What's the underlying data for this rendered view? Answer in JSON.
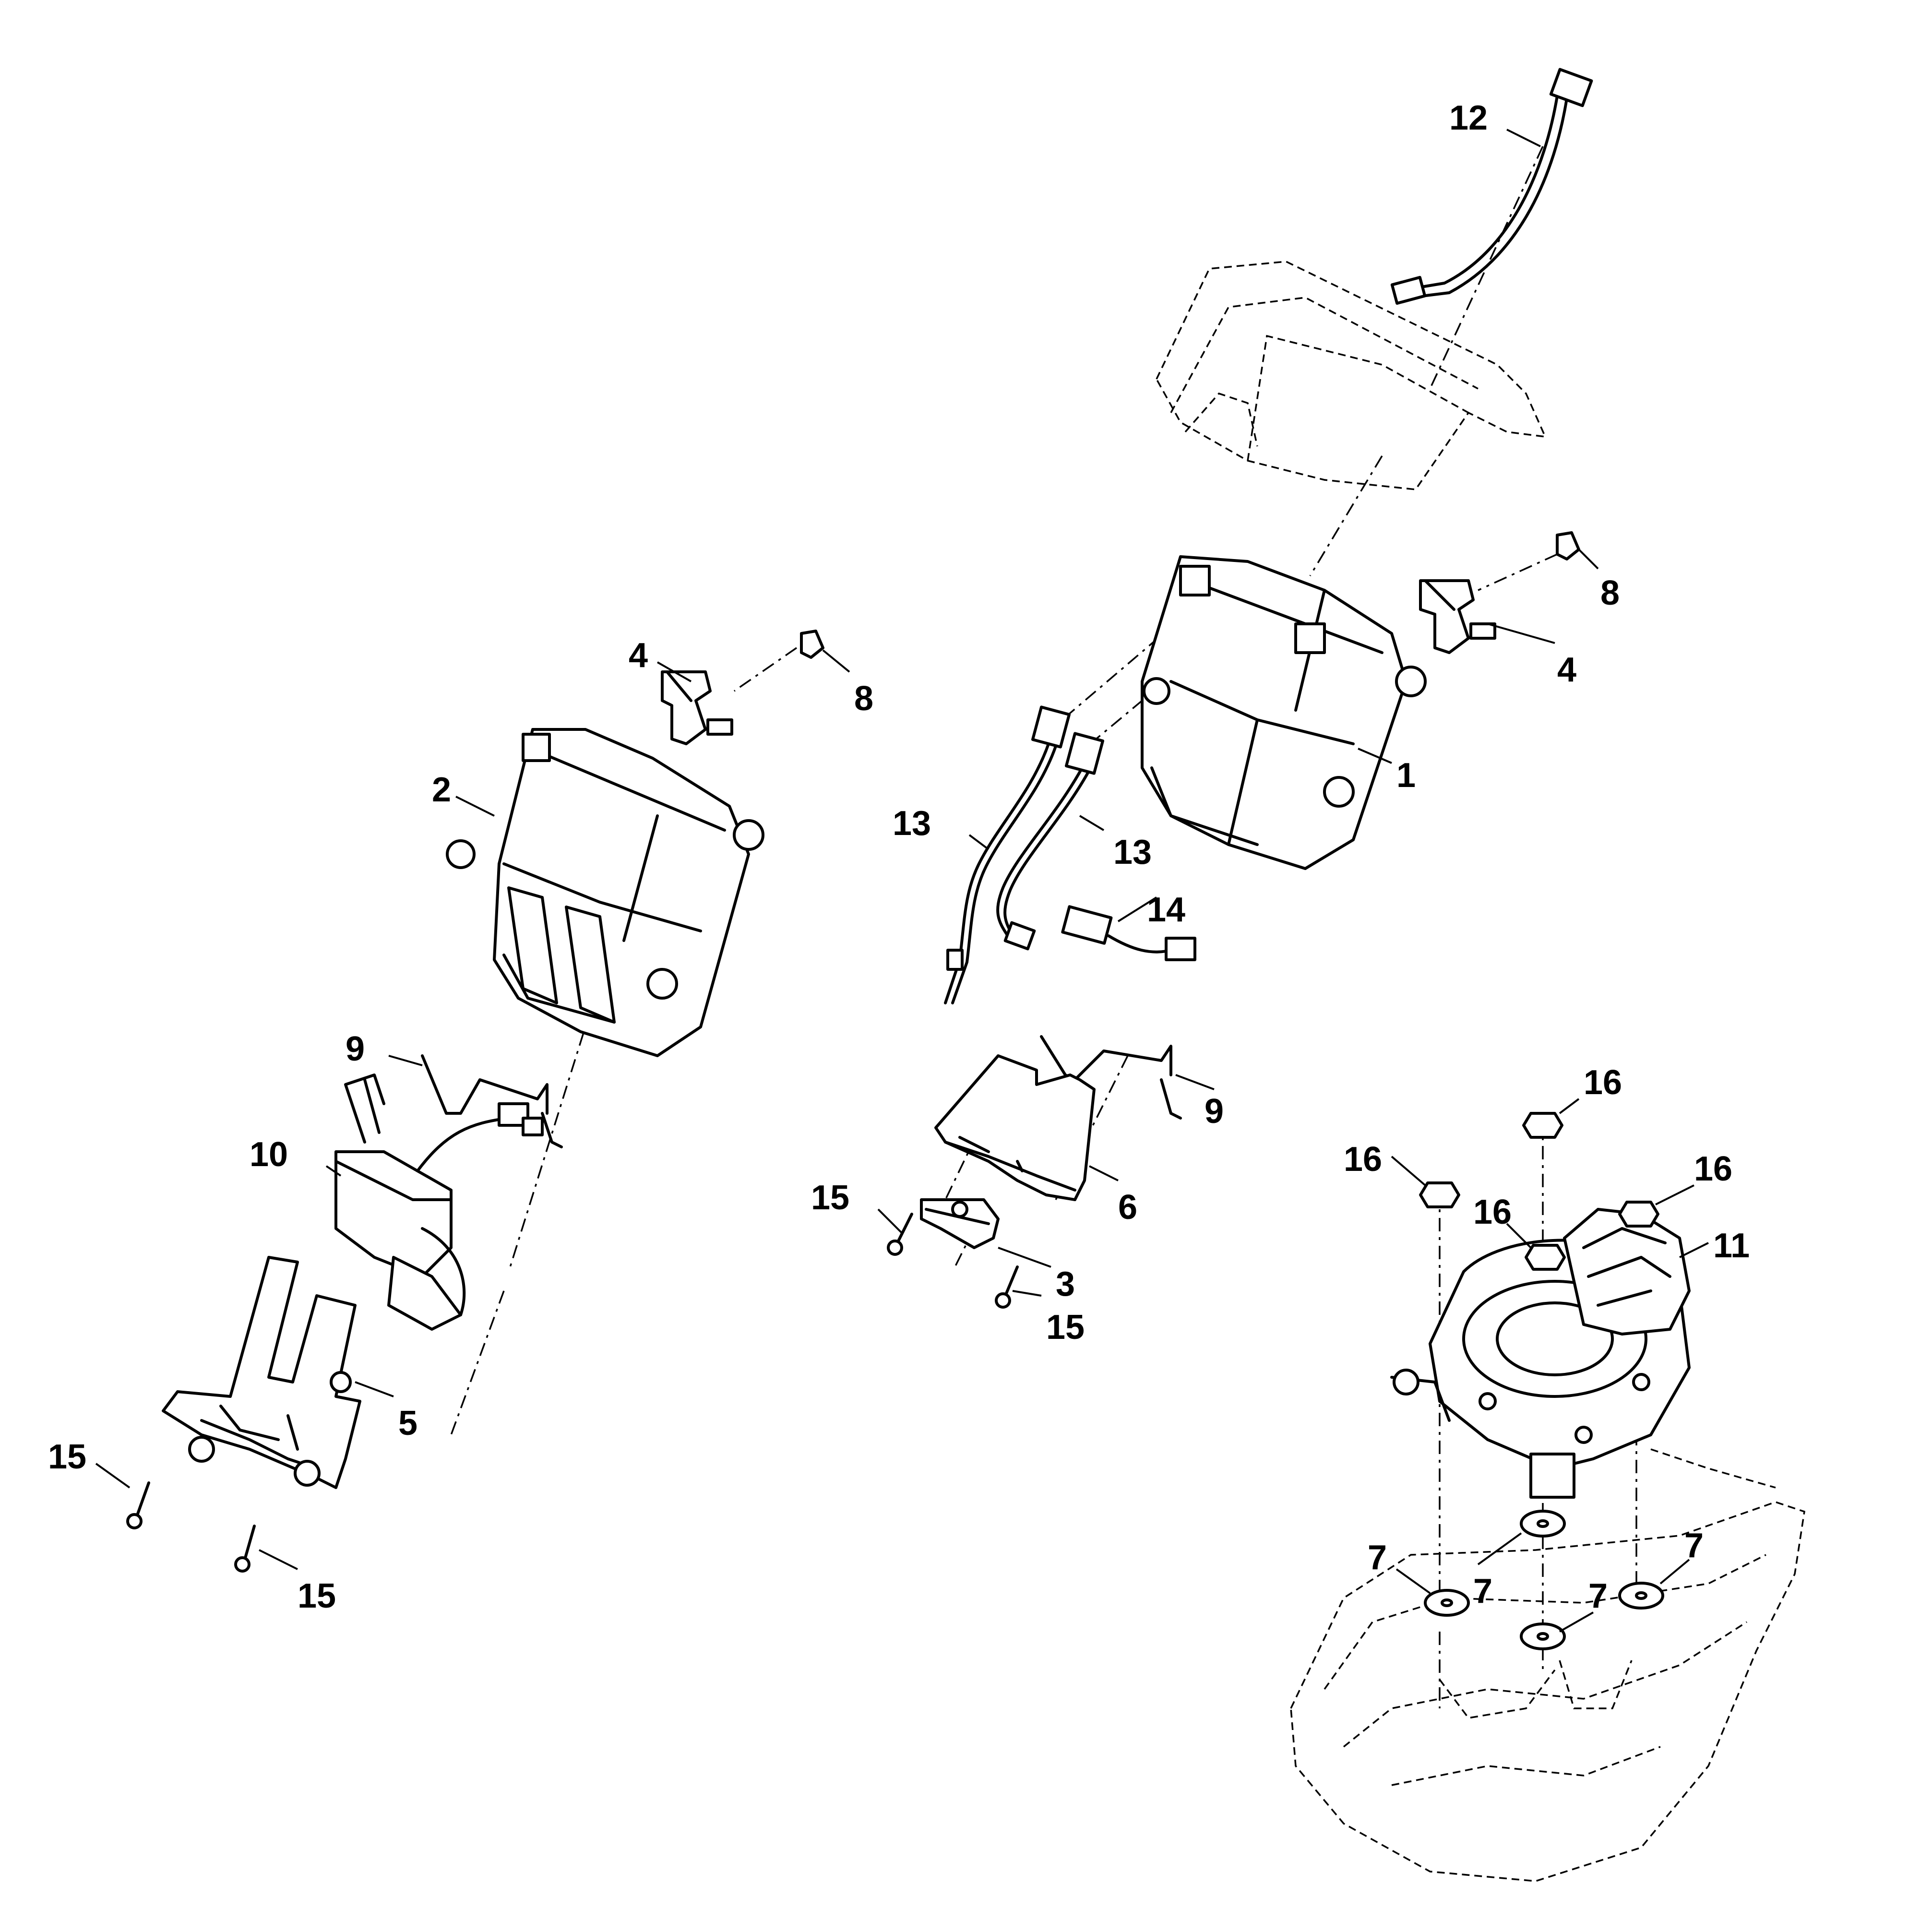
{
  "callouts": {
    "c1": "1",
    "c2": "2",
    "c3": "3",
    "c4a": "4",
    "c4b": "4",
    "c5": "5",
    "c6": "6",
    "c7a": "7",
    "c7b": "7",
    "c7c": "7",
    "c7d": "7",
    "c8a": "8",
    "c8b": "8",
    "c9a": "9",
    "c9b": "9",
    "c10": "10",
    "c11": "11",
    "c12": "12",
    "c13a": "13",
    "c13b": "13",
    "c14": "14",
    "c15a": "15",
    "c15b": "15",
    "c15c": "15",
    "c15d": "15",
    "c16a": "16",
    "c16b": "16",
    "c16c": "16",
    "c16d": "16"
  }
}
